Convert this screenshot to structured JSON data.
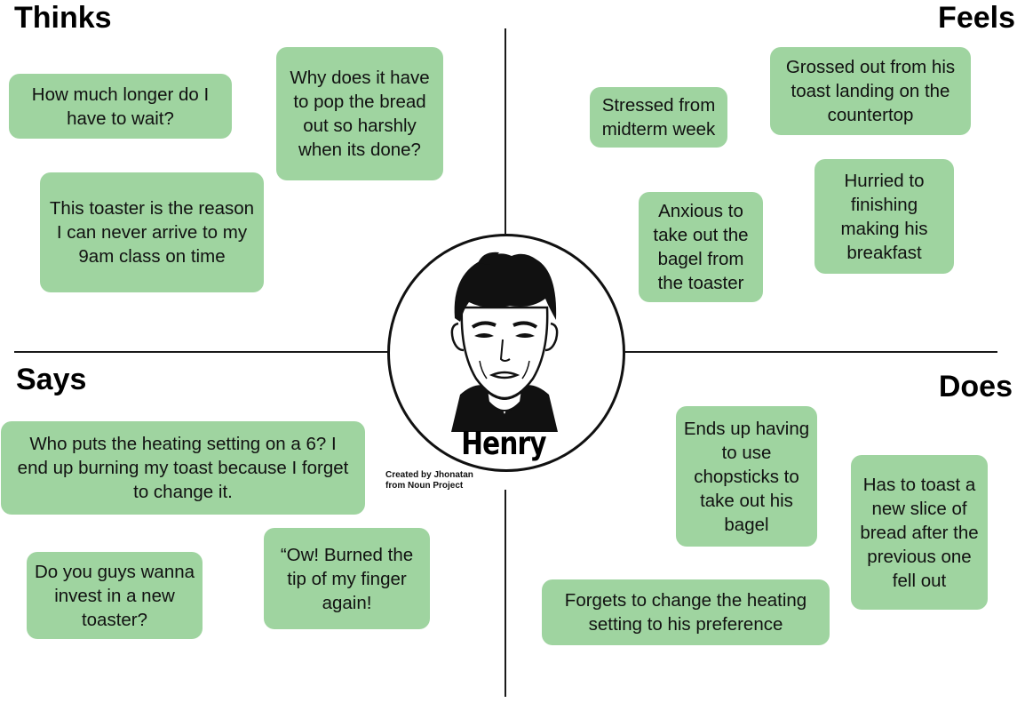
{
  "quadrants": {
    "thinks": "Thinks",
    "feels": "Feels",
    "says": "Says",
    "does": "Does"
  },
  "persona": {
    "name": "Henry",
    "credit_line1": "Created by Jhonatan",
    "credit_line2": "from Noun Project"
  },
  "notes": {
    "thinks": [
      "How much longer do I have to wait?",
      "Why does it have to pop the bread out so harshly when its done?",
      "This toaster is the reason I can never arrive to my 9am class on time"
    ],
    "feels": [
      "Stressed from midterm week",
      "Grossed out from his toast landing on the countertop",
      "Hurried to finishing making his breakfast",
      "Anxious to take out the bagel from the toaster"
    ],
    "says": [
      "Who puts the heating setting on a 6? I end up burning my toast because I forget to change it.",
      "Do you guys wanna invest in a new toaster?",
      "“Ow! Burned the tip of my finger again!"
    ],
    "does": [
      "Ends up having to use chopsticks to take out his bagel",
      "Has to toast a new slice of bread after the previous one fell out",
      "Forgets to change the heating setting to his preference"
    ]
  },
  "colors": {
    "note_fill": "#9fd4a0",
    "lines": "#1a1a1a"
  }
}
